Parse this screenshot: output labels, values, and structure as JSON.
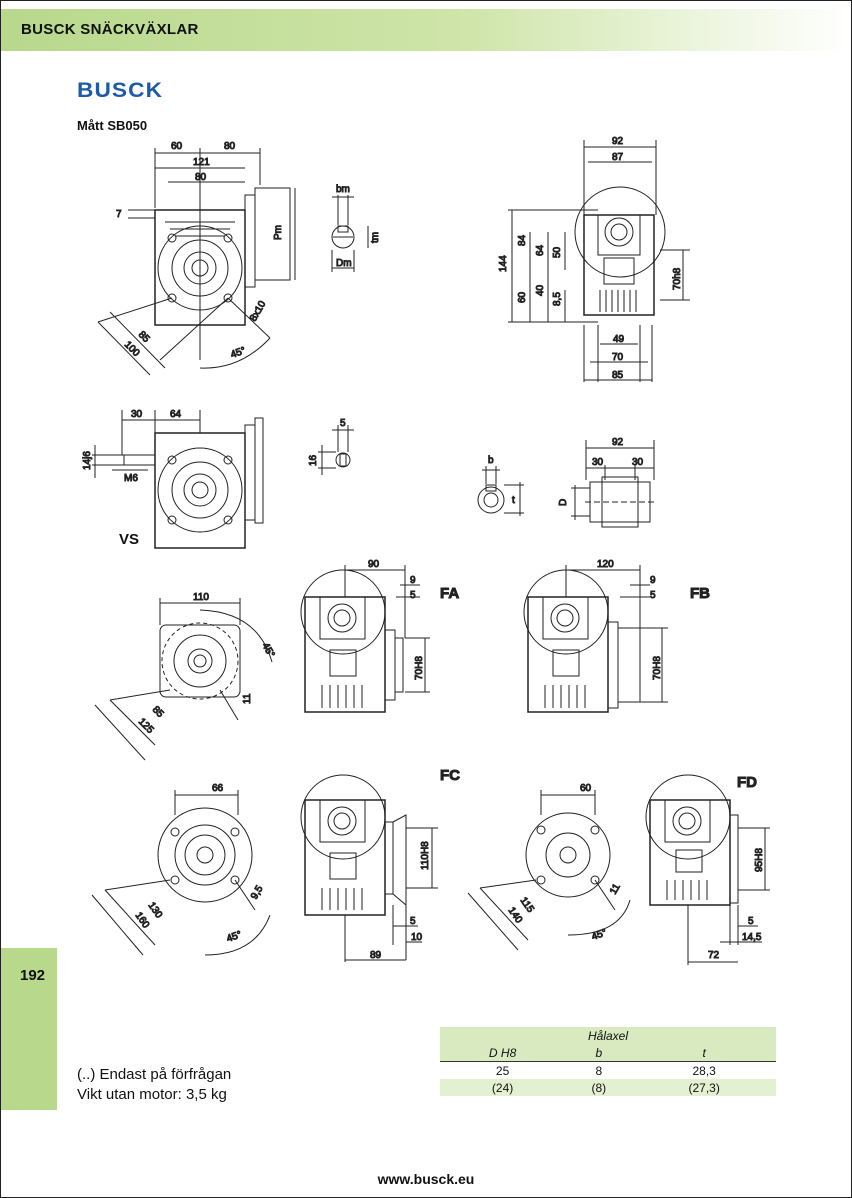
{
  "header": {
    "title": "BUSCK SNÄCKVÄXLAR"
  },
  "logo": {
    "text": "BUSCK"
  },
  "subtitle": "Mått SB050",
  "page_number": "192",
  "variants": {
    "vs": "VS",
    "fa": "FA",
    "fb": "FB",
    "fc": "FC",
    "fd": "FD"
  },
  "dims": {
    "main_top": [
      "60",
      "80",
      "121",
      "80"
    ],
    "main_side": [
      "7",
      "Pm",
      "8x10",
      "85",
      "100",
      "45°"
    ],
    "key_small": [
      "bm",
      "tm",
      "Dm"
    ],
    "right_top": [
      "92",
      "87"
    ],
    "right_side": [
      "144",
      "84",
      "64",
      "50",
      "60",
      "40",
      "8,5",
      "70h8"
    ],
    "right_bottom": [
      "49",
      "70",
      "85"
    ],
    "vs_top": [
      "30",
      "64"
    ],
    "vs_side": [
      "14j6",
      "M6"
    ],
    "vs_key": [
      "5",
      "16"
    ],
    "hollow_key": [
      "b",
      "t",
      "D"
    ],
    "hollow_top": [
      "92",
      "30",
      "30"
    ],
    "fa": [
      "110",
      "45°",
      "85",
      "125",
      "11",
      "90",
      "9",
      "5",
      "70H8"
    ],
    "fb": [
      "120",
      "9",
      "5",
      "70H8"
    ],
    "fc": [
      "66",
      "9,5",
      "130",
      "160",
      "45°",
      "5",
      "10",
      "89",
      "110H8"
    ],
    "fd": [
      "60",
      "11",
      "115",
      "140",
      "45°",
      "95H8",
      "5",
      "14,5",
      "72"
    ]
  },
  "notes": [
    "(..) Endast på förfrågan",
    "Vikt utan motor: 3,5 kg"
  ],
  "table": {
    "group": "Hålaxel",
    "columns": [
      "D H8",
      "b",
      "t"
    ],
    "rows": [
      [
        "25",
        "8",
        "28,3"
      ],
      [
        "(24)",
        "(8)",
        "(27,3)"
      ]
    ]
  },
  "footer": "www.busck.eu"
}
